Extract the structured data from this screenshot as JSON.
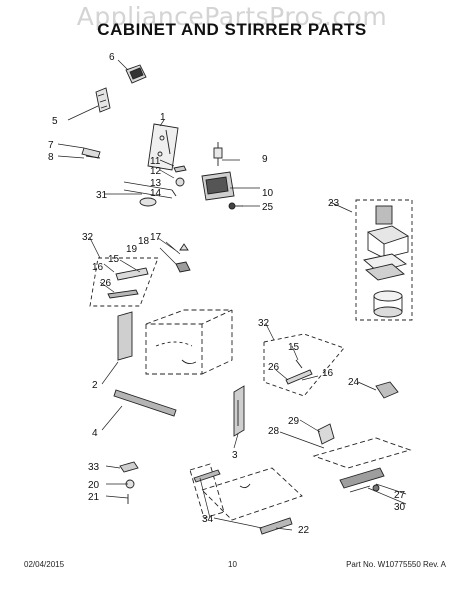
{
  "watermark": "AppliancePartsPros.com",
  "title": "CABINET AND STIRRER PARTS",
  "footer": {
    "date": "02/04/2015",
    "page": "10",
    "part": "Part No. W10775550  Rev. A"
  },
  "callouts": [
    "6",
    "5",
    "1",
    "7",
    "8",
    "11",
    "12",
    "9",
    "13",
    "14",
    "10",
    "31",
    "25",
    "23",
    "17",
    "32",
    "18",
    "19",
    "16",
    "15",
    "26",
    "32",
    "15",
    "2",
    "26",
    "16",
    "24",
    "4",
    "29",
    "28",
    "3",
    "33",
    "20",
    "21",
    "27",
    "30",
    "34",
    "22"
  ]
}
